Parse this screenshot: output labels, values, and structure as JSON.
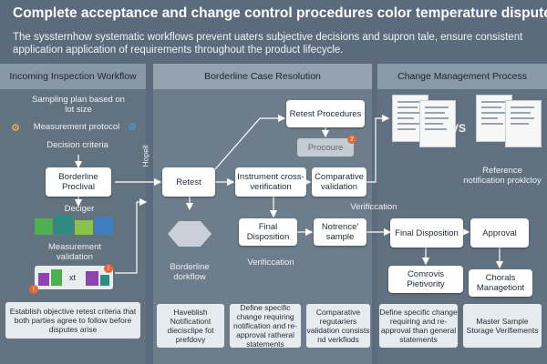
{
  "header": {
    "title": "Complete acceptance and change control procedures color temperature disputes.",
    "subtitle": "The syssternhow systematic workflows prevent uaters subjective decisions and supron tale, ensure consistent application application of requirements throughout the product lifecycle."
  },
  "columns": {
    "left": "Incoming Inspection Workflow",
    "middle": "Borderline Case Resolution",
    "right": "Change Management Process"
  },
  "left": {
    "sampling": "Sampling plan based on lot size",
    "protocol": "Measurement protocol",
    "criteria": "Decision criteria",
    "borderline": "Borderline Proclival",
    "deciger": "Deciger",
    "measurement_validation": "Measurement validation",
    "chart_label": "xt",
    "note": "Establish objective retest criteria that both parties agree to follow before disputes arise"
  },
  "middle": {
    "hopell": "Hopell",
    "retest": "Retest",
    "retest_procedures": "Retest Procedures",
    "procedure": "Procoure",
    "procedure_badge": "2",
    "instrument": "Instrument cross-verification",
    "comparative": "Comparative validation",
    "final": "Final Disposition",
    "sample": "Notrence' sample",
    "hexagon_label": "Borderline dorkflow",
    "verification": "Verificcation",
    "notes": [
      "Haveblish Notificationt diecisclipe fot prefdovy",
      "Define specific change requiring notification and re-approval ratheral statements",
      "Comparative regutariers validation consists nd verkfiods"
    ]
  },
  "right": {
    "verification": "Verificcation",
    "final": "Final Disposition",
    "approval": "Approval",
    "vs": "VS",
    "reference": "Reference notification proklcloy",
    "comrovis": "Comrovis Pietivority",
    "chorals": "Chorals Managetiont",
    "notes": [
      "Define specific change requiring and re-approval than general statements",
      "Master Sample Storage Verifiements"
    ]
  },
  "colors": {
    "background": "#5b6b7d",
    "arrow": "#ffffff",
    "badge": "#e0683a",
    "chart_green": "#4caf50",
    "chart_purple": "#8e44ad",
    "chart_teal": "#2e8b83"
  }
}
